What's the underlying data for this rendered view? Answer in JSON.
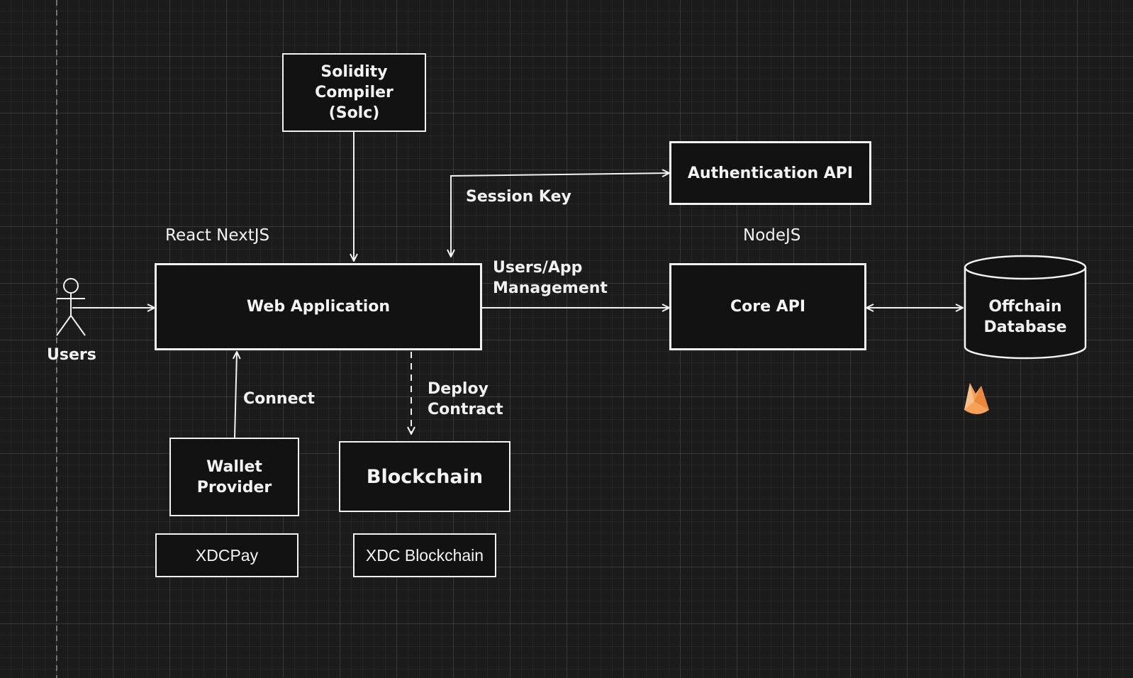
{
  "actor": {
    "label": "Users"
  },
  "nodes": {
    "solidity_compiler": "Solidity Compiler\n(Solc)",
    "authentication_api": "Authentication API",
    "web_application": "Web Application",
    "core_api": "Core API",
    "offchain_database": "Offchain\nDatabase",
    "wallet_provider": "Wallet\nProvider",
    "blockchain": "Blockchain",
    "xdcpay": "XDCPay",
    "xdc_blockchain": "XDC Blockchain"
  },
  "group_labels": {
    "react_nextjs": "React NextJS",
    "nodejs": "NodeJS"
  },
  "edge_labels": {
    "session_key": "Session Key",
    "users_app_management": "Users/App\nManagement",
    "connect": "Connect",
    "deploy_contract": "Deploy\nContract"
  },
  "icons": [
    "stick-figure-icon",
    "firebase-icon"
  ],
  "colors": {
    "background": "#1b1b1b",
    "stroke": "#f2f2f2",
    "node_fill": "#121212",
    "firebase_orange": "#f5a15a"
  }
}
